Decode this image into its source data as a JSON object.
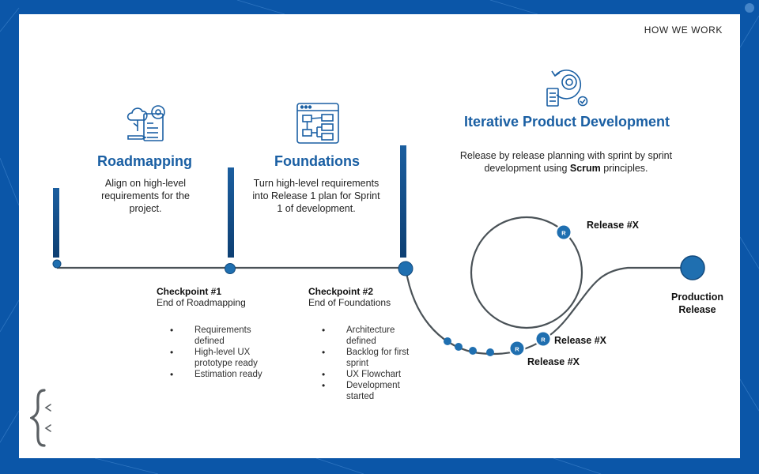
{
  "header": {
    "label": "HOW WE WORK"
  },
  "phases": {
    "roadmapping": {
      "title": "Roadmapping",
      "description": "Align on high-level requirements for the project."
    },
    "foundations": {
      "title": "Foundations",
      "description": "Turn high-level requirements into Release 1 plan for Sprint 1 of development."
    },
    "iterative": {
      "title": "Iterative Product Development",
      "description_before": "Release by release planning with sprint by sprint development using ",
      "description_bold": "Scrum",
      "description_after": " principles."
    }
  },
  "checkpoints": {
    "cp1": {
      "title": "Checkpoint #1",
      "subtitle": "End of Roadmapping",
      "bullets": [
        "Requirements defined",
        "High-level UX prototype ready",
        "Estimation ready"
      ]
    },
    "cp2": {
      "title": "Checkpoint #2",
      "subtitle": "End of Foundations",
      "bullets": [
        "Architecture defined",
        "Backlog for first sprint",
        "UX Flowchart",
        "Development started"
      ]
    }
  },
  "releases": {
    "marker_letter": "R",
    "top": "Release #X",
    "middle": "Release #X",
    "bottom": "Release #X",
    "production": "Production Release"
  },
  "colors": {
    "accent": "#1a5fa3",
    "node": "#1f6fb0",
    "line": "#4a5257",
    "background": "#0b56a8"
  }
}
